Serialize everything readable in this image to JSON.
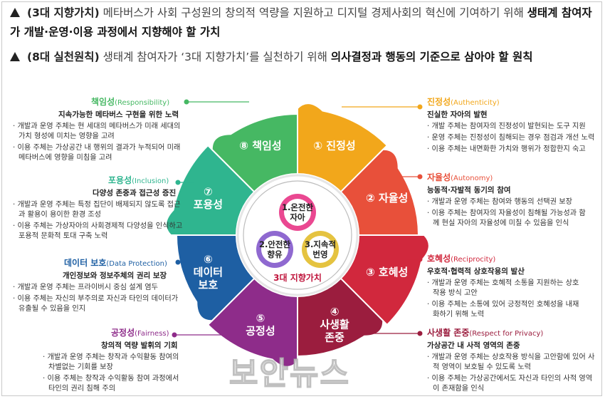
{
  "bullets": [
    {
      "head": "(3대 지향가치)",
      "text": " 메타버스가 사회 구성원의 창의적 역량을 지원하고 디지털 경제사회의 혁신에 기여하기 위해 ",
      "strong": "생태계 참여자가 개발·운영·이용 과정에서 지향해야 할 가치"
    },
    {
      "head": "(8대 실천원칙)",
      "text": " 생태계 참여자가 ‘3대 지향가치’를 실천하기 위해 ",
      "strong": "의사결정과 행동의 기준으로 삼아야 할 원칙"
    }
  ],
  "center": {
    "title": "3대 지향가치",
    "values": [
      "1.온전한\n자아",
      "2.안전한\n향유",
      "3.지속적\n번영"
    ]
  },
  "segments": [
    {
      "label": "① 진정성",
      "color": "#F2A71B"
    },
    {
      "label": "② 자율성",
      "color": "#E8503A"
    },
    {
      "label": "③ 호혜성",
      "color": "#D1283D"
    },
    {
      "label": "④\n사생활\n존중",
      "color": "#9B1D3E"
    },
    {
      "label": "⑤\n공정성",
      "color": "#8E2C8A"
    },
    {
      "label": "⑥\n데이터\n보호",
      "color": "#1E5FA3"
    },
    {
      "label": "⑦\n포용성",
      "color": "#2FB58F"
    },
    {
      "label": "⑧ 책임성",
      "color": "#46B863"
    }
  ],
  "panels": {
    "authenticity": {
      "title": "진정성",
      "en": "(Authenticity)",
      "color": "#F2A71B",
      "sub": "진실한 자아의 발현",
      "items": [
        "개발 주체는 참여자의 진정성이 발현되는 도구 지원",
        "운영 주체는 진정성이 침해되는 경우 점검과 개선 노력",
        "이용 주체는 내면화한 가치와 행위가 정합한지 숙고"
      ]
    },
    "autonomy": {
      "title": "자율성",
      "en": "(Autonomy)",
      "color": "#E8503A",
      "sub": "능동적·자발적 동기의 참여",
      "items": [
        "개발과 운영 주체는 참여와 행동의 선택권 보장",
        "이용 주체는 참여자의 자율성이 침해될 가능성과 함께 현실 자아의 자율성에 미칠 수 있음을 인식"
      ]
    },
    "reciprocity": {
      "title": "호혜성",
      "en": "(Reciprocity)",
      "color": "#D1283D",
      "sub": "우호적·협력적 상호작용의 발산",
      "items": [
        "개발과 운영 주체는 호혜적 소통을 지원하는 상호작용 방식 고안",
        "이용 주체는 소통에 있어 긍정적인 호혜성을 내재화하기 위해 노력"
      ]
    },
    "privacy": {
      "title": "사생활 존중",
      "en": "(Respect for Privacy)",
      "color": "#9B1D3E",
      "sub": "가상공간 내 사적 영역의 존중",
      "items": [
        "개발과 운영 주체는 상호작용 방식을 고안함에 있어 사적 영역이 보호될 수 있도록 노력",
        "이용 주체는 가상공간에서도 자신과 타인의 사적 영역이 존재함을 인식"
      ]
    },
    "responsibility": {
      "title": "책임성",
      "en": "(Responsibility)",
      "color": "#46B863",
      "sub": "지속가능한 메타버스 구현을 위한 노력",
      "items": [
        "개발과 운영 주체는 현 세대의 메타버스가 미래 세대의 가치 형성에 미치는 영향을 고려",
        "이용 주체는 가상공간 내 행위의 결과가 누적되어 미래 메타버스에 영향을 미침을 고려"
      ]
    },
    "inclusion": {
      "title": "포용성",
      "en": "(Inclusion)",
      "color": "#2FB58F",
      "sub": "다양성 존중과 접근성 증진",
      "items": [
        "개발과 운영 주체는 특정 집단이 배제되지 않도록 접근과 활용이 용이한 환경 조성",
        "이용 주체는 가상자아의 사회경제적 다양성을 인식하고 포용적 문화적 토대 구축 노력"
      ]
    },
    "data": {
      "title": "데이터 보호",
      "en": "(Data Protection)",
      "color": "#1E5FA3",
      "sub": "개인정보와 정보주체의 권리 보장",
      "items": [
        "개발과 운영 주체는 프라이버시 중심 설계 염두",
        "이용 주체는 자신의 부주의로 자신과 타인의 데이터가 유출될 수 있음을 인지"
      ]
    },
    "fairness": {
      "title": "공정성",
      "en": "(Fairness)",
      "color": "#8E2C8A",
      "sub": "창의적 역량 발휘의 기회",
      "items": [
        "개발과 운영 주체는 창작과 수익활동 참여의 차별없는 기회를 보장",
        "이용 주체는 창작과 수익활동 참여 과정에서 타인의 권리 침해 주의"
      ]
    }
  },
  "watermark": "보안뉴스"
}
